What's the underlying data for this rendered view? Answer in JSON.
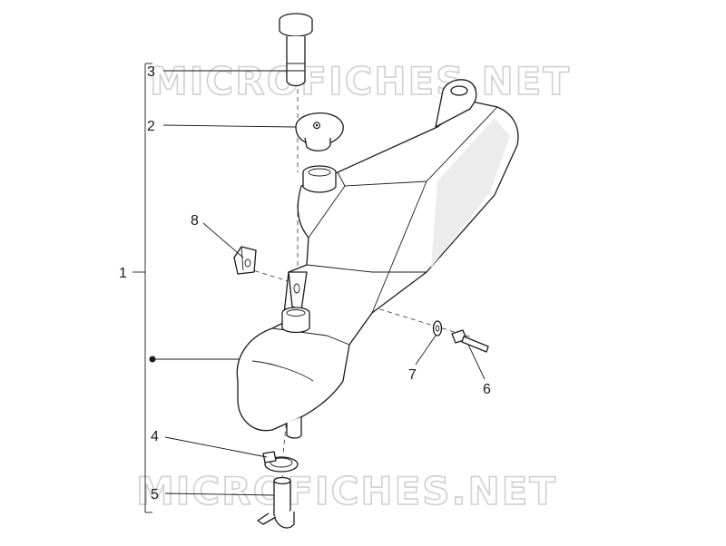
{
  "watermark": {
    "text": "MICROFICHES.NET"
  },
  "callouts": [
    {
      "id": "1",
      "label": "1"
    },
    {
      "id": "2",
      "label": "2"
    },
    {
      "id": "3",
      "label": "3"
    },
    {
      "id": "4",
      "label": "4"
    },
    {
      "id": "5",
      "label": "5"
    },
    {
      "id": "6",
      "label": "6"
    },
    {
      "id": "7",
      "label": "7"
    },
    {
      "id": "8",
      "label": "8"
    }
  ],
  "colors": {
    "line": "#1a1a1a",
    "watermark": "#d0d0d0",
    "background": "#ffffff"
  }
}
